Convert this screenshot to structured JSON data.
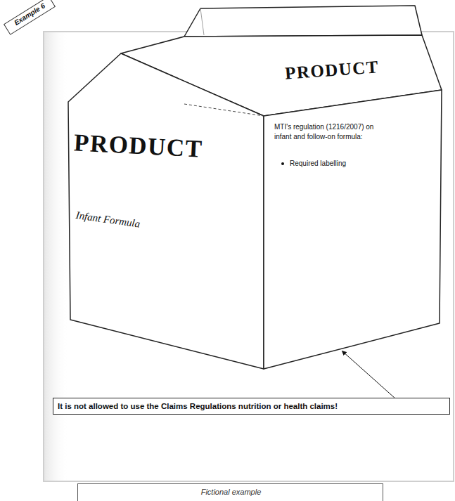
{
  "diagram": {
    "nodes": [
      {
        "text": [
          "Example 6"
        ]
      },
      {
        "text": [
          "PRODUCT"
        ]
      },
      {
        "text": [
          "PRODUCT",
          "Infant Formula"
        ]
      },
      {
        "text": [
          "MTI's regulation (1216/2007) on infant and follow-on formula:",
          "Required labelling"
        ]
      },
      {
        "text": [
          "It is not allowed to use the Claims Regulations nutrition or health claims!"
        ]
      },
      {
        "text": [
          "Fictional example"
        ]
      }
    ],
    "edges": [
      {
        "from": 4,
        "to": 3,
        "arrow": "to"
      }
    ]
  }
}
